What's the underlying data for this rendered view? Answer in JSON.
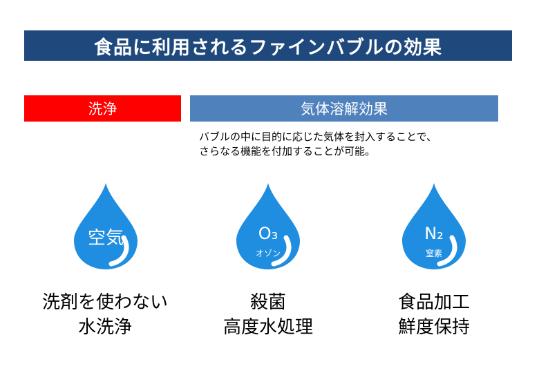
{
  "title": "食品に利用されるファインバブルの効果",
  "tags": {
    "wash": "洗浄",
    "gas": "気体溶解効果"
  },
  "description": {
    "line1": "バブルの中に目的に応じた気体を封入することで、",
    "line2": "さらなる機能を付加することが可能。"
  },
  "colors": {
    "title_bg": "#1f497d",
    "wash_bg": "#ff0000",
    "gas_bg": "#4f81bd",
    "drop": "#1f8ee0"
  },
  "drops": [
    {
      "main": "空気",
      "sub": "",
      "effect_line1": "洗剤を使わない",
      "effect_line2": "水洗浄"
    },
    {
      "main": "O₃",
      "sub": "オゾン",
      "effect_line1": "殺菌",
      "effect_line2": "高度水処理"
    },
    {
      "main": "N₂",
      "sub": "窒素",
      "effect_line1": "食品加工",
      "effect_line2": "鮮度保持"
    }
  ]
}
